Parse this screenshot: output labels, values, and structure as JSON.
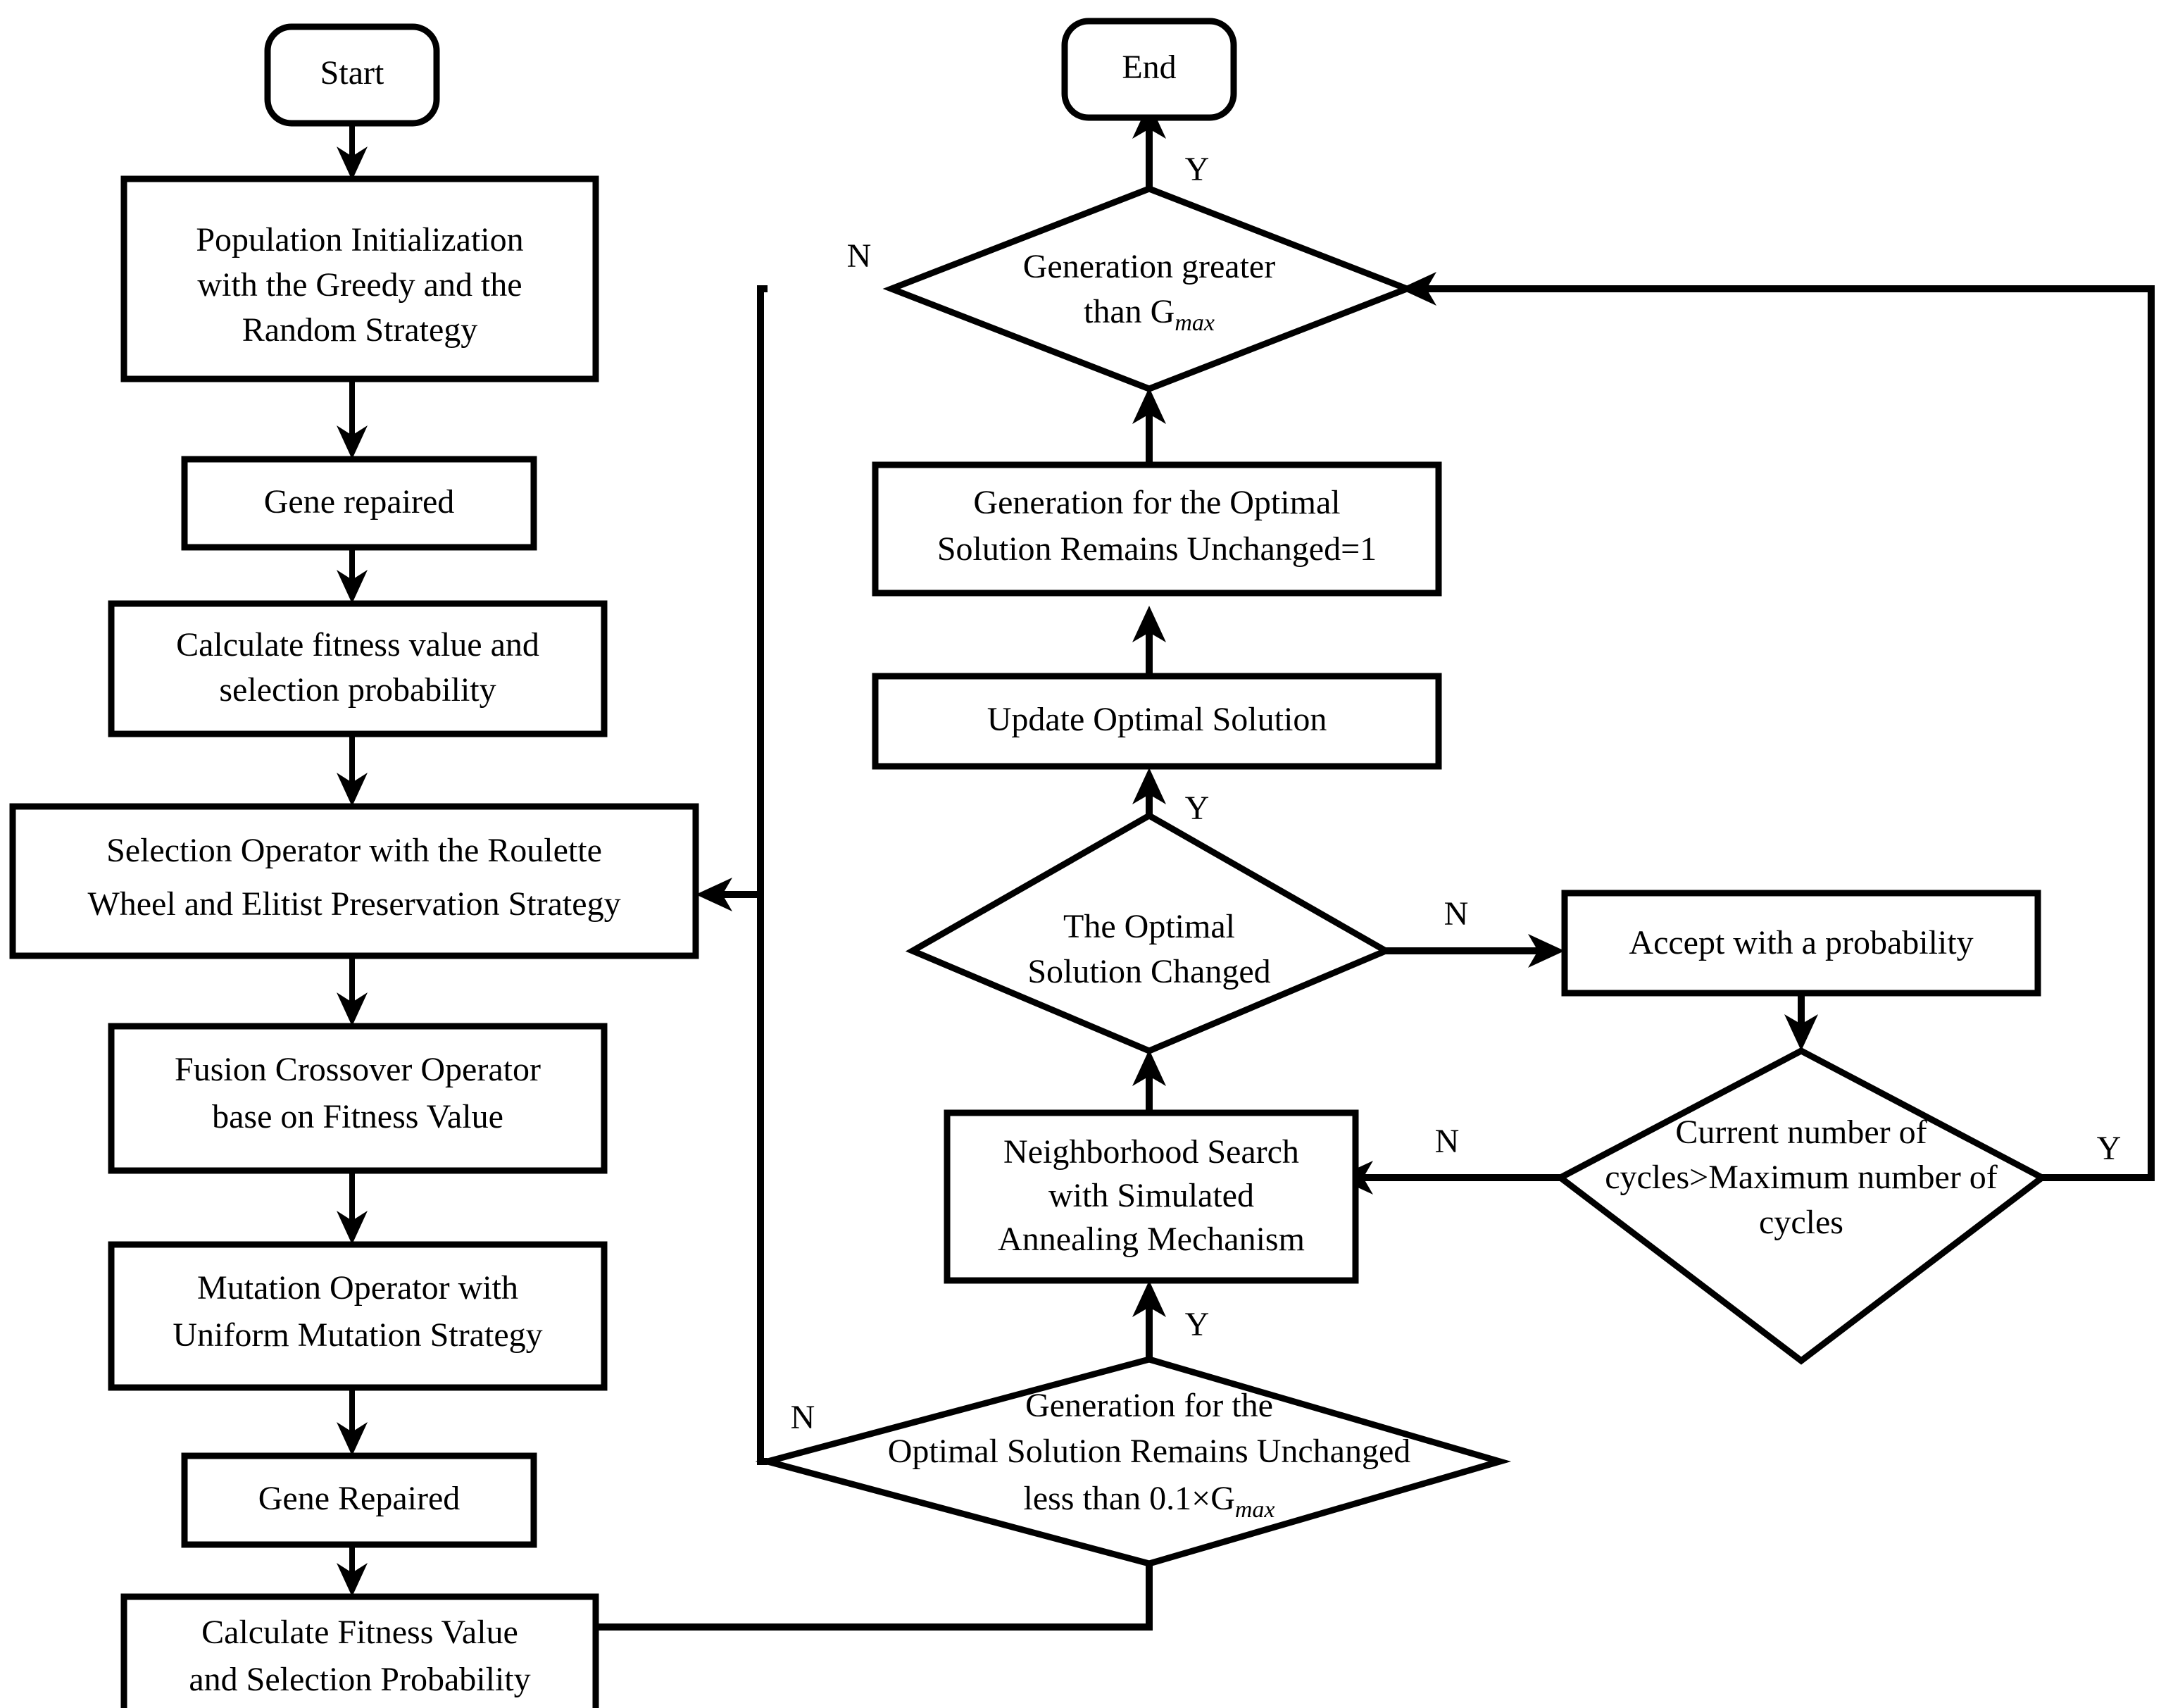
{
  "diagram": {
    "title": "Hybrid Genetic Algorithm with Simulated Annealing Flowchart",
    "background_color": "#ffffff",
    "line_color": "#000000",
    "nodes": {
      "start": {
        "label": "Start",
        "shape": "rounded-terminator"
      },
      "end": {
        "label": "End",
        "shape": "rounded-terminator"
      },
      "population_init": {
        "shape": "process",
        "lines": [
          "Population Initialization",
          "with the Greedy and the",
          "Random Strategy"
        ]
      },
      "gene_repaired_1": {
        "shape": "process",
        "lines": [
          "Gene repaired"
        ]
      },
      "calc_fitness_1": {
        "shape": "process",
        "lines": [
          "Calculate fitness value and",
          "selection probability"
        ]
      },
      "selection_operator": {
        "shape": "process",
        "lines": [
          "Selection Operator with the Roulette",
          "Wheel and Elitist Preservation Strategy"
        ]
      },
      "crossover": {
        "shape": "process",
        "lines": [
          "Fusion Crossover Operator",
          "base on Fitness Value"
        ]
      },
      "mutation": {
        "shape": "process",
        "lines": [
          "Mutation Operator with",
          "Uniform Mutation Strategy"
        ]
      },
      "gene_repaired_2": {
        "shape": "process",
        "lines": [
          "Gene Repaired"
        ]
      },
      "calc_fitness_2": {
        "shape": "process",
        "lines": [
          "Calculate Fitness Value",
          "and Selection Probability"
        ]
      },
      "generation_greater": {
        "shape": "decision",
        "lines": [
          "Generation greater",
          "than G"
        ],
        "subscript": "max",
        "full_text": "Generation greater than Gmax"
      },
      "gen_unchanged_reset": {
        "shape": "process",
        "lines": [
          "Generation for the Optimal",
          "Solution Remains Unchanged=1"
        ]
      },
      "update_optimal": {
        "shape": "process",
        "lines": [
          "Update Optimal Solution"
        ]
      },
      "optimal_changed": {
        "shape": "decision",
        "lines": [
          "The Optimal",
          "Solution Changed"
        ]
      },
      "accept_probability": {
        "shape": "process",
        "lines": [
          "Accept with a probability"
        ]
      },
      "cycles_check": {
        "shape": "decision",
        "lines": [
          "Current number of",
          "cycles>Maximum number of",
          "cycles"
        ]
      },
      "neighborhood_search": {
        "shape": "process",
        "lines": [
          "Neighborhood Search",
          "with Simulated",
          "Annealing Mechanism"
        ]
      },
      "gen_unchanged_check": {
        "shape": "decision",
        "lines": [
          "Generation for the",
          "Optimal Solution Remains Unchanged",
          "less than 0.1×G"
        ],
        "subscript": "max",
        "full_text": "Generation for the Optimal Solution Remains Unchanged less than 0.1×Gmax"
      }
    },
    "edge_labels": {
      "end_yes": "Y",
      "generation_no": "N",
      "optimal_changed_yes": "Y",
      "optimal_changed_no": "N",
      "cycles_no": "N",
      "cycles_yes": "Y",
      "gen_unchanged_yes": "Y",
      "gen_unchanged_no": "N"
    }
  }
}
